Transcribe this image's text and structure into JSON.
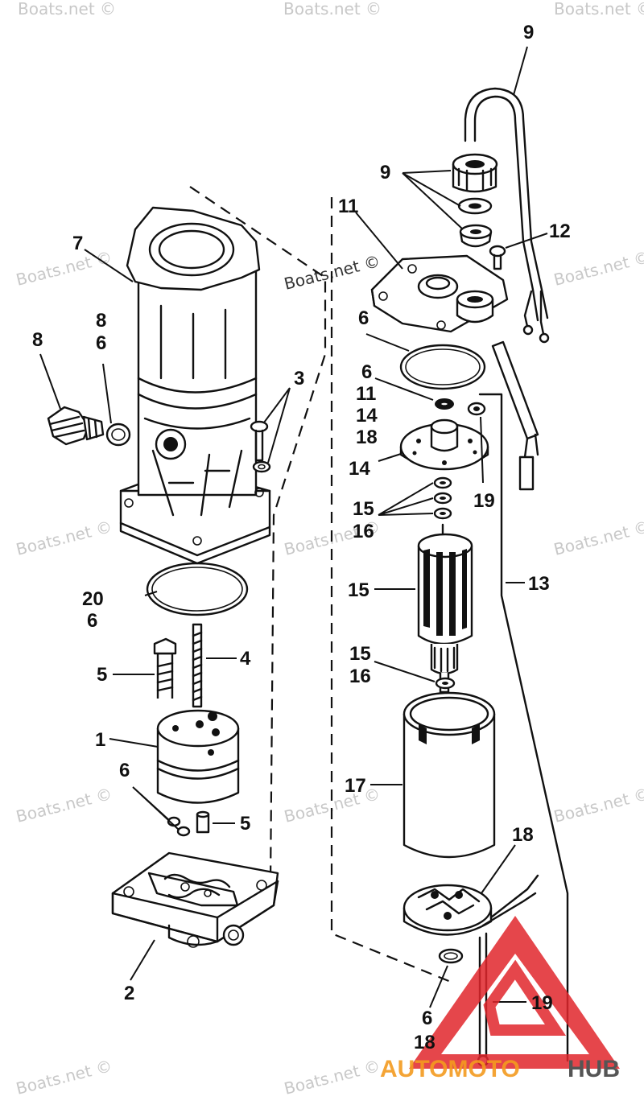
{
  "watermark": "Boats.net ©",
  "brand": {
    "part1": "AUTOMOTO",
    "part2": "HUB"
  },
  "colors": {
    "ink": "#111111",
    "watermark": "#c8c8c8",
    "logo_red": "#e0262b",
    "logo_orange": "#f39a1f",
    "logo_dark": "#555555"
  },
  "callouts": [
    {
      "id": "c-9-top",
      "text": "9"
    },
    {
      "id": "c-9-mid",
      "text": "9"
    },
    {
      "id": "c-11-a",
      "text": "11"
    },
    {
      "id": "c-12",
      "text": "12"
    },
    {
      "id": "c-7",
      "text": "7"
    },
    {
      "id": "c-8-a",
      "text": "8"
    },
    {
      "id": "c-8-b",
      "text": "8"
    },
    {
      "id": "c-6-a",
      "text": "6"
    },
    {
      "id": "c-3",
      "text": "3"
    },
    {
      "id": "c-6-b",
      "text": "6"
    },
    {
      "id": "c-6-c",
      "text": "6"
    },
    {
      "id": "c-11-b",
      "text": "11"
    },
    {
      "id": "c-14-a",
      "text": "14"
    },
    {
      "id": "c-18-a",
      "text": "18"
    },
    {
      "id": "c-14-b",
      "text": "14"
    },
    {
      "id": "c-19-a",
      "text": "19"
    },
    {
      "id": "c-15-a",
      "text": "15"
    },
    {
      "id": "c-16-a",
      "text": "16"
    },
    {
      "id": "c-20",
      "text": "20"
    },
    {
      "id": "c-6-d",
      "text": "6"
    },
    {
      "id": "c-15-b",
      "text": "15"
    },
    {
      "id": "c-13",
      "text": "13"
    },
    {
      "id": "c-4",
      "text": "4"
    },
    {
      "id": "c-5-a",
      "text": "5"
    },
    {
      "id": "c-15-c",
      "text": "15"
    },
    {
      "id": "c-16-b",
      "text": "16"
    },
    {
      "id": "c-1",
      "text": "1"
    },
    {
      "id": "c-17",
      "text": "17"
    },
    {
      "id": "c-6-e",
      "text": "6"
    },
    {
      "id": "c-5-b",
      "text": "5"
    },
    {
      "id": "c-18-b",
      "text": "18"
    },
    {
      "id": "c-2",
      "text": "2"
    },
    {
      "id": "c-6-f",
      "text": "6"
    },
    {
      "id": "c-19-b",
      "text": "19"
    },
    {
      "id": "c-18-c",
      "text": "18"
    }
  ]
}
